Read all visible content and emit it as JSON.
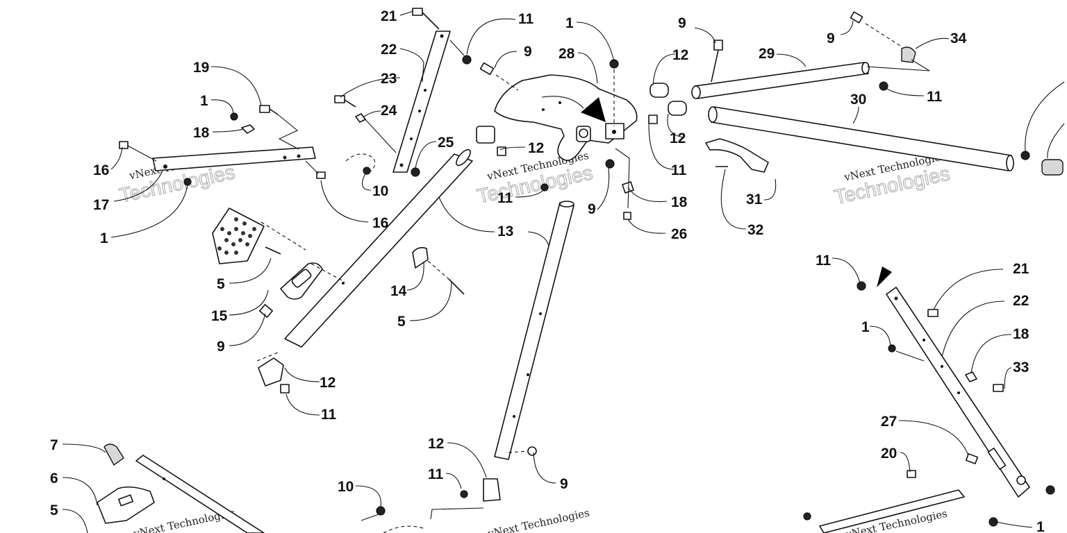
{
  "watermark": {
    "line1": "vNext Technologies",
    "line2": "Technologies"
  },
  "callouts": {
    "c21_top": "21",
    "c11_top": "11",
    "c22_top": "22",
    "c9_a": "9",
    "c23": "23",
    "c24": "24",
    "c25": "25",
    "c19": "19",
    "c1_a": "1",
    "c18_a": "18",
    "c16_a": "16",
    "c17": "17",
    "c1_b": "1",
    "c10_a": "10",
    "c16_b": "16",
    "c1_top": "1",
    "c28": "28",
    "c12_a": "12",
    "c11_a": "11",
    "c9_b": "9",
    "c18_b": "18",
    "c26": "26",
    "c13": "13",
    "c9_c": "9",
    "c12_b": "12",
    "c12_c": "12",
    "c11_b": "11",
    "c9_d": "9",
    "c34": "34",
    "c29": "29",
    "c11_c": "11",
    "c30": "30",
    "c31": "31",
    "c32": "32",
    "c5_a": "5",
    "c15": "15",
    "c9_e": "9",
    "c14": "14",
    "c5_b": "5",
    "c12_d": "12",
    "c11_d": "11",
    "c12_e": "12",
    "c11_e": "11",
    "c9_f": "9",
    "c10_b": "10",
    "c7": "7",
    "c6": "6",
    "c5_c": "5",
    "c11_f": "11",
    "c21_b": "21",
    "c22_b": "22",
    "c1_c": "1",
    "c18_c": "18",
    "c33": "33",
    "c27": "27",
    "c20": "20",
    "c1_d": "1"
  }
}
